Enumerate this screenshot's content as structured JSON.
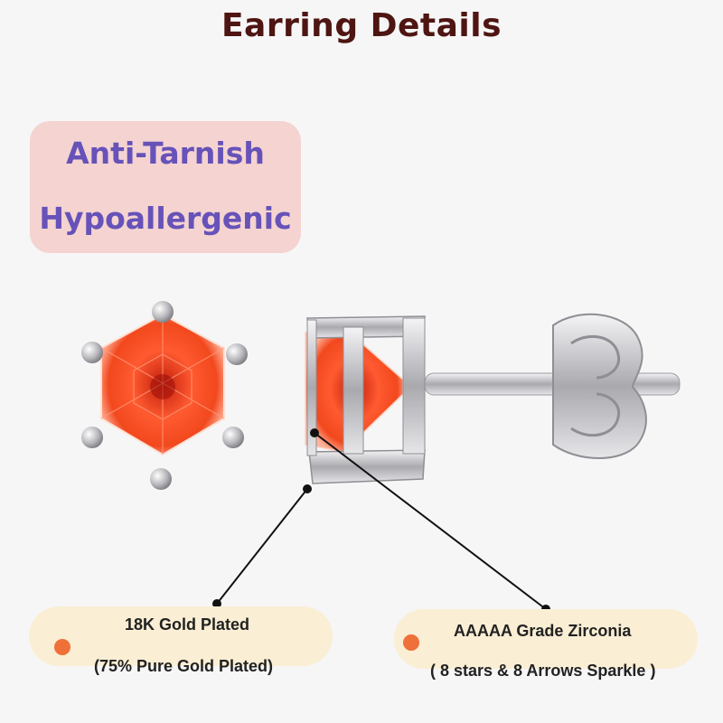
{
  "header": {
    "title": "Earring Details"
  },
  "features": [
    "Anti-Tarnish",
    "Hypoallergenic"
  ],
  "callouts": [
    {
      "line1": "18K Gold Plated",
      "line2": "(75% Pure Gold Plated)"
    },
    {
      "line1": "AAAAA Grade Zirconia",
      "line2": "( 8 stars & 8 Arrows Sparkle )"
    }
  ],
  "colors": {
    "title": "#4e1512",
    "feature_text": "#6652b8",
    "feature_bg": "#f4d3d1",
    "callout_bg": "#faeed4",
    "callout_dot": "#f0703a",
    "stone": "#e8482a",
    "metal": "#c9c9cc"
  }
}
